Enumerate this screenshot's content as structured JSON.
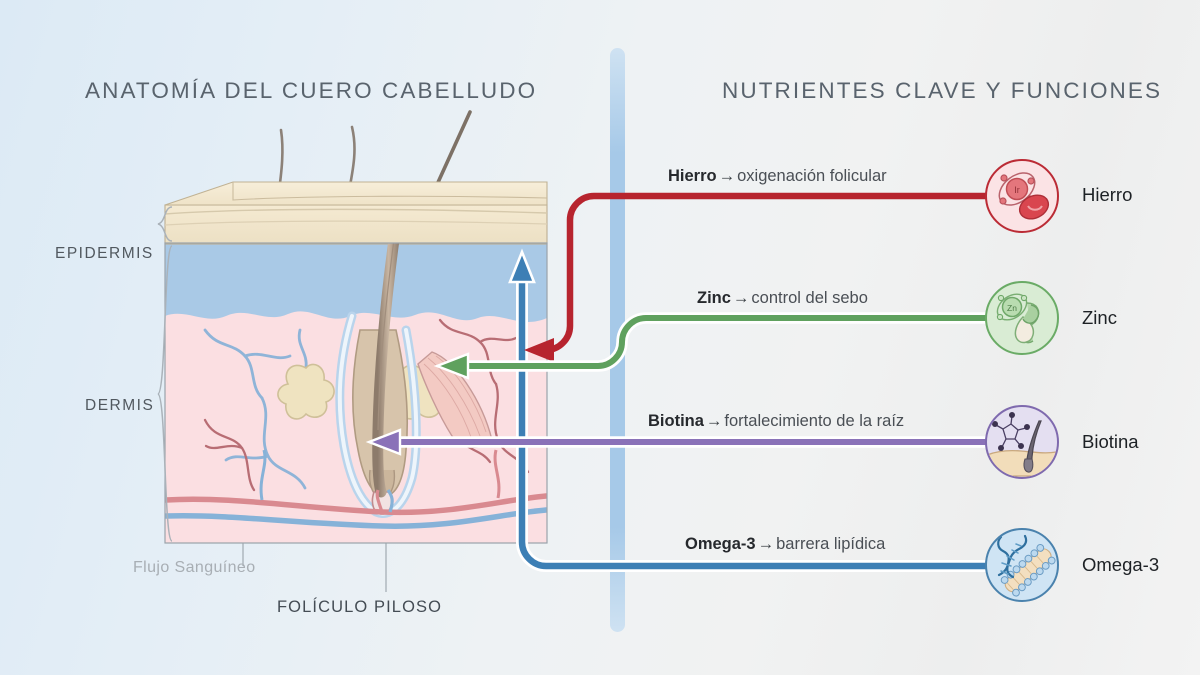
{
  "headings": {
    "left": "ANATOMÍA DEL CUERO CABELLUDO",
    "right": "NUTRIENTES CLAVE Y FUNCIONES"
  },
  "anatomy_labels": {
    "epidermis": "EPIDERMIS",
    "dermis": "DERMIS",
    "blood_flow": "Flujo Sanguíneo",
    "follicle": "FOLÍCULO PILOSO"
  },
  "nutrients": [
    {
      "name": "Hierro",
      "function_label": "Hierro",
      "function_arrow": "→",
      "function_text": "oxigenación folicular",
      "icon": "iron-atom-blood-cell-icon",
      "symbol": "Ir",
      "color": "#b7242e",
      "badge_fill": "#fbe3e5",
      "badge_border": "#bb2b35"
    },
    {
      "name": "Zinc",
      "function_label": "Zinc",
      "function_arrow": "→",
      "function_text": "control del sebo",
      "icon": "zinc-atom-sebaceous-gland-icon",
      "symbol": "Zn",
      "color": "#5fa15e",
      "badge_fill": "#d9ecd4",
      "badge_border": "#6aab66"
    },
    {
      "name": "Biotina",
      "function_label": "Biotina",
      "function_arrow": "→",
      "function_text": "fortalecimiento de la raíz",
      "icon": "biotin-molecule-follicle-icon",
      "symbol": "",
      "color": "#8a72b8",
      "badge_fill": "#e4dff1",
      "badge_border": "#7f6aae"
    },
    {
      "name": "Omega-3",
      "function_label": "Omega-3",
      "function_arrow": "→",
      "function_text": "barrera lipídica",
      "icon": "omega3-dna-lipid-bilayer-icon",
      "symbol": "",
      "color": "#4a82ad",
      "badge_fill": "#cfe4f4",
      "badge_border": "#4a82ad"
    }
  ],
  "divider": {
    "color": "#a8cbe8"
  },
  "blood_flow_arrow": {
    "color": "#3d7fb5"
  }
}
